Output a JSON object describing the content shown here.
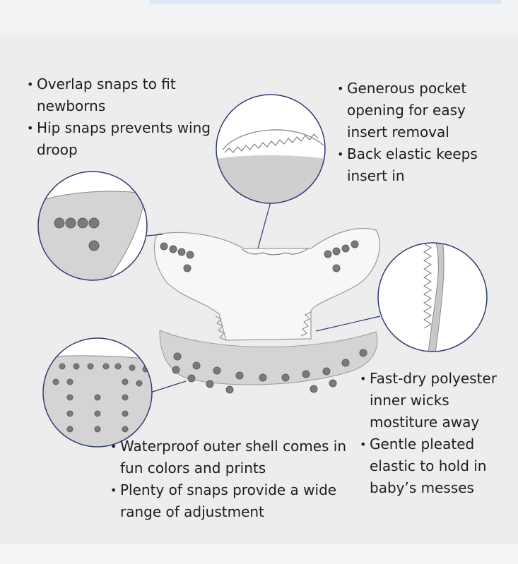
{
  "callouts": {
    "top_left": [
      "Overlap snaps to fit newborns",
      "Hip snaps prevents wing droop"
    ],
    "top_right": [
      "Generous pocket opening for easy insert removal",
      "Back elastic keeps insert in"
    ],
    "bottom_right": [
      "Fast-dry polyester inner wicks mostiture away",
      "Gentle pleated elastic to hold in baby’s messes"
    ],
    "bottom_center": [
      "Waterproof outer shell comes in fun colors and prints",
      "Plenty of snaps provide a wide range of adjustment"
    ]
  },
  "colors": {
    "panel": "#ededed",
    "circle_stroke": "#2f3d72",
    "shell_fill": "#d4d4d4",
    "snap": "#6e6e6e"
  }
}
